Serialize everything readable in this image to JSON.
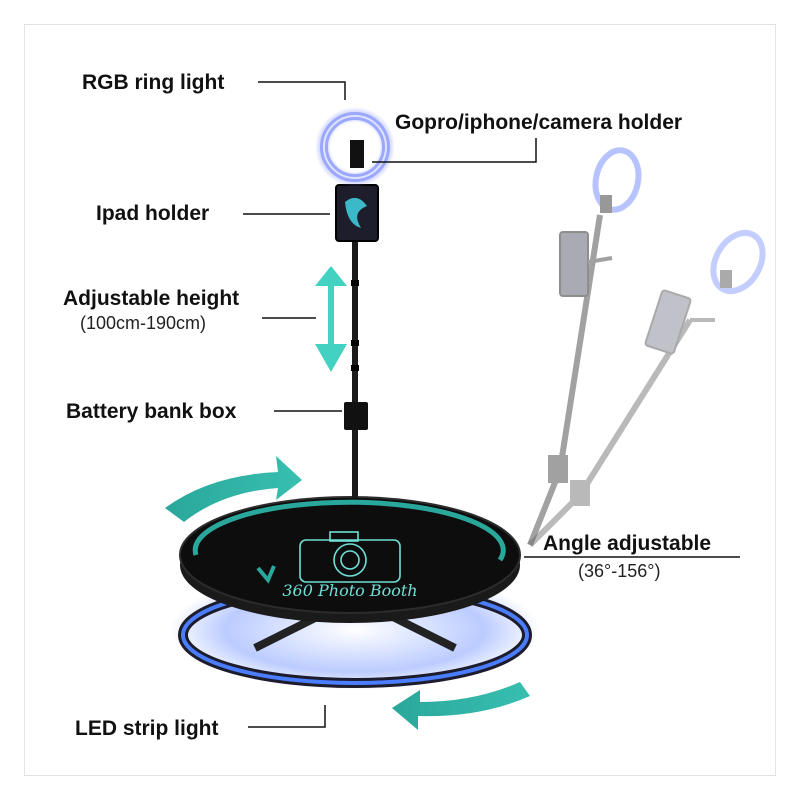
{
  "labels": {
    "ring_light": "RGB ring light",
    "camera_holder": "Gopro/iphone/camera holder",
    "ipad_holder": "Ipad holder",
    "adjustable_height": "Adjustable height",
    "height_range": "(100cm-190cm)",
    "battery_box": "Battery bank box",
    "angle_adjustable": "Angle adjustable",
    "angle_range": "(36°-156°)",
    "led_strip": "LED strip light"
  },
  "platform": {
    "logo_text": "360 Photo Booth"
  },
  "colors": {
    "label_text": "#111111",
    "leader_line": "#111111",
    "accent_teal": "#2aa79b",
    "glow_blue": "#3d6cff",
    "platform_top": "#0d0d0d",
    "ring_glow": "#9aa8ff"
  },
  "icons": {
    "arrow": "curved-rotation-arrow-icon",
    "height": "double-arrow-icon"
  }
}
